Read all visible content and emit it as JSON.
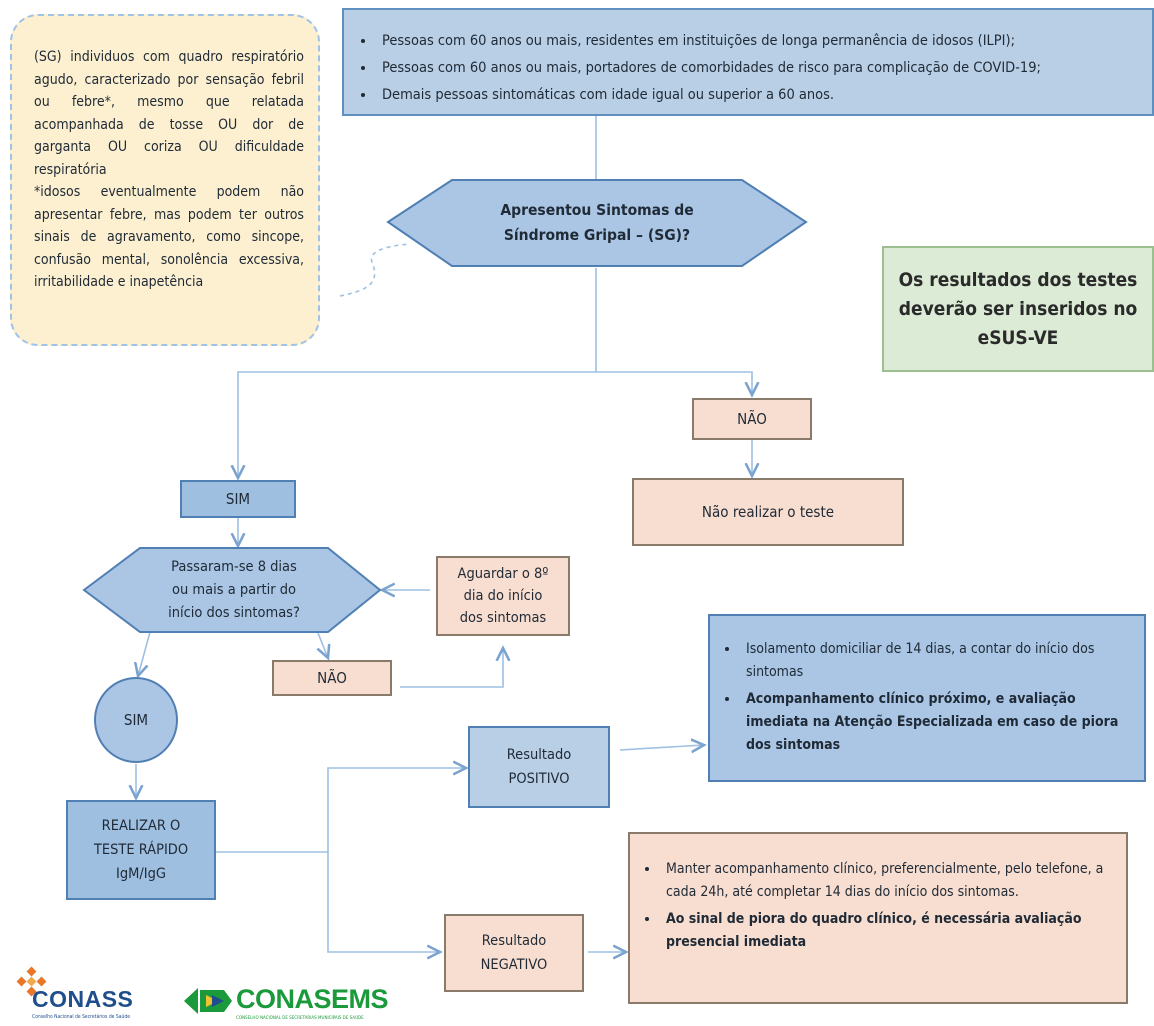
{
  "top_criteria": [
    "Pessoas com 60 anos ou mais, residentes em instituições de longa permanência de idosos (ILPI);",
    "Pessoas com 60 anos ou mais, portadores de comorbidades de risco para complicação de COVID-19;",
    "Demais pessoas sintomáticas com idade igual ou superior a 60 anos."
  ],
  "sg_definition": {
    "p1": "(SG) individuos com quadro respiratório agudo, caracterizado por sensação febril ou febre*, mesmo que relatada acompanhada de tosse OU dor de garganta OU coriza OU dificuldade respiratória",
    "p2": "*idosos eventualmente podem não apresentar febre, mas podem ter outros sinais de agravamento, como sincope, confusão mental, sonolência excessiva, irritabilidade e inapetência"
  },
  "decision_sg": {
    "line1": "Apresentou Sintomas de",
    "line2": "Síndrome Gripal – (SG)?"
  },
  "results_note": {
    "line1": "Os resultados dos testes",
    "line2": "deverão ser inseridos no",
    "line3": "eSUS-VE"
  },
  "nao_1": "NÃO",
  "nao_realizar": "Não realizar  o teste",
  "sim_1": "SIM",
  "decision_days": {
    "line1": "Passaram-se 8 dias",
    "line2": "ou mais a partir do",
    "line3": "início dos sintomas?"
  },
  "aguardar": {
    "line1": "Aguardar o 8º",
    "line2": "dia do início",
    "line3": "dos sintomas"
  },
  "nao_2": "NÃO",
  "sim_2": "SIM",
  "realizar": {
    "line1": "REALIZAR O",
    "line2": "TESTE RÁPIDO",
    "line3": "IgM/IgG"
  },
  "positivo": {
    "line1": "Resultado",
    "line2": "POSITIVO"
  },
  "negativo": {
    "line1": "Resultado",
    "line2": "NEGATIVO"
  },
  "positivo_actions": {
    "item1": "Isolamento domiciliar de 14 dias, a contar do início dos sintomas",
    "item2": "Acompanhamento clínico próximo, e avaliação imediata na Atenção Especializada em caso de piora dos sintomas"
  },
  "negativo_actions": {
    "item1": "Manter acompanhamento clínico, preferencialmente, pelo telefone, a cada 24h, até completar 14 dias do início dos sintomas.",
    "item2": "Ao sinal de piora do quadro clínico, é necessária avaliação presencial imediata"
  },
  "logos": {
    "conass": "CONASS",
    "conass_sub": "Conselho Nacional de Secretários de Saúde",
    "conasems": "CONASEMS",
    "conasems_sub": "CONSELHO NACIONAL DE SECRETARIAS MUNICIPAIS DE SAÚDE"
  },
  "colors": {
    "blue_fill": "#b9cfe6",
    "blue_stroke": "#5f8fbf",
    "peach_fill": "#f8ded0",
    "green_fill": "#dcebd6",
    "cream_fill": "#fdf0d0",
    "conasems_green": "#1a9a3a",
    "conass_blue": "#1f4e8c"
  }
}
